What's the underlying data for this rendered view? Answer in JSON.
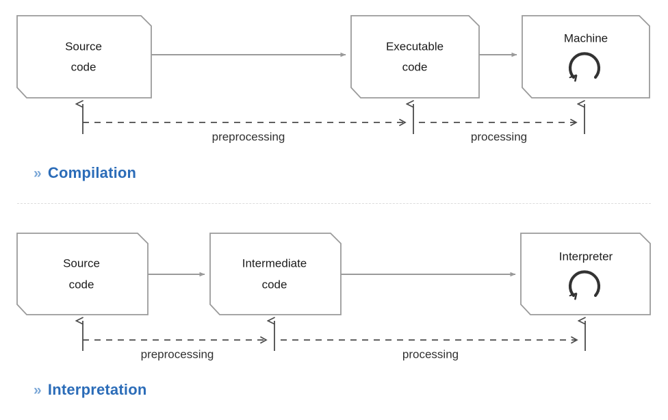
{
  "diagram": {
    "title_text": "",
    "colors": {
      "box_stroke": "#9a9a9a",
      "box_fill": "#ffffff",
      "solid_arrow": "#9a9a9a",
      "dashed_arrow": "#4a4a4a",
      "vertical_arrow": "#4a4a4a",
      "caption_accent": "#2b6cb8",
      "caption_chevron": "#7ba7d7",
      "divider": "#dcdcdc",
      "loop_icon": "#333333",
      "text": "#1b1b1b"
    },
    "sections": [
      {
        "id": "compilation",
        "caption": "Compilation",
        "caption_bullet": "»",
        "nodes": [
          {
            "id": "source-code-1",
            "line1": "Source",
            "line2": "code",
            "icon": "none"
          },
          {
            "id": "executable-code",
            "line1": "Executable",
            "line2": "code",
            "icon": "none"
          },
          {
            "id": "machine",
            "line1": "Machine",
            "line2": "",
            "icon": "loop-arrow-icon"
          }
        ],
        "flow_edges": [
          {
            "from": "source-code-1",
            "to": "executable-code",
            "style": "solid",
            "label": ""
          },
          {
            "from": "executable-code",
            "to": "machine",
            "style": "solid",
            "label": ""
          }
        ],
        "phase_edges": [
          {
            "id": "preprocessing-1",
            "label": "preprocessing",
            "from": "source-code-1",
            "to": "executable-code",
            "style": "dashed"
          },
          {
            "id": "processing-1",
            "label": "processing",
            "from": "executable-code",
            "to": "machine",
            "style": "dashed"
          }
        ]
      },
      {
        "id": "interpretation",
        "caption": "Interpretation",
        "caption_bullet": "»",
        "nodes": [
          {
            "id": "source-code-2",
            "line1": "Source",
            "line2": "code",
            "icon": "none"
          },
          {
            "id": "intermediate-code",
            "line1": "Intermediate",
            "line2": "code",
            "icon": "none"
          },
          {
            "id": "interpreter",
            "line1": "Interpreter",
            "line2": "",
            "icon": "loop-arrow-icon"
          }
        ],
        "flow_edges": [
          {
            "from": "source-code-2",
            "to": "intermediate-code",
            "style": "solid",
            "label": ""
          },
          {
            "from": "intermediate-code",
            "to": "interpreter",
            "style": "solid",
            "label": ""
          }
        ],
        "phase_edges": [
          {
            "id": "preprocessing-2",
            "label": "preprocessing",
            "from": "source-code-2",
            "to": "intermediate-code",
            "style": "dashed"
          },
          {
            "id": "processing-2",
            "label": "processing",
            "from": "intermediate-code",
            "to": "interpreter",
            "style": "dashed"
          }
        ]
      }
    ]
  }
}
